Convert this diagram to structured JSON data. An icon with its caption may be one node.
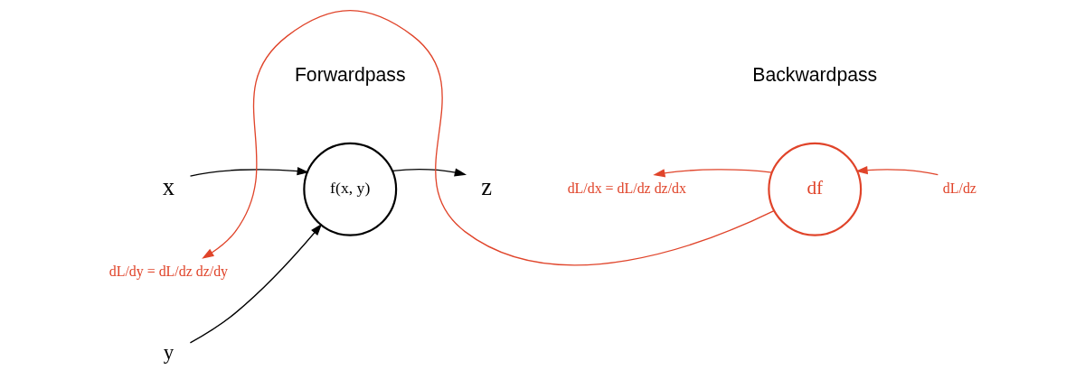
{
  "diagram": {
    "nodes": [
      {
        "text": [
          "x"
        ]
      },
      {
        "text": [
          "y"
        ]
      },
      {
        "text": [
          "f(x, y)"
        ]
      },
      {
        "text": [
          "z"
        ]
      },
      {
        "text": [
          "dL/dz"
        ]
      },
      {
        "text": [
          "df"
        ]
      },
      {
        "text": [
          "dL/dx = dL/dz dz/dx"
        ]
      },
      {
        "text": [
          "dL/dy = dL/dz dz/dy"
        ]
      }
    ],
    "edges": [
      {
        "from": 0,
        "to": 2,
        "arrow": "to"
      },
      {
        "from": 1,
        "to": 2,
        "arrow": "to"
      },
      {
        "from": 2,
        "to": 3,
        "arrow": "to"
      },
      {
        "from": 4,
        "to": 5,
        "arrow": "to",
        "color": "#e0442a"
      },
      {
        "from": 5,
        "to": 6,
        "arrow": "to",
        "color": "#e0442a"
      },
      {
        "from": 5,
        "to": 7,
        "arrow": "to",
        "color": "#e0442a"
      }
    ],
    "labels": [
      "Forwardpass",
      "Backwardpass"
    ]
  }
}
